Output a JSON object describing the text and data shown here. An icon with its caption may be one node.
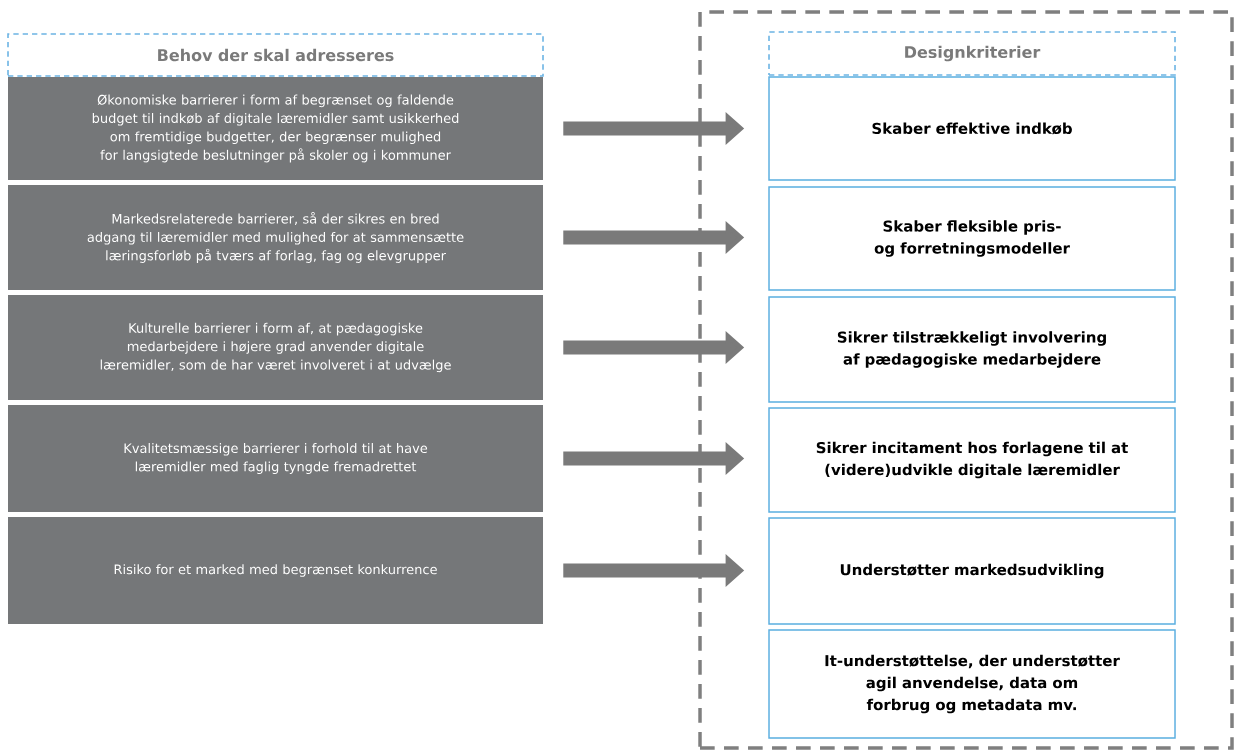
{
  "diagram": {
    "nodes": [
      {
        "text": [
          "Behov der skal adresseres"
        ]
      },
      {
        "text": [
          "Økonomiske barrierer i form af begrænset og faldende budget til indkøb af digitale læremidler samt usikkerhed om fremtidige budgetter, der begrænser mulighed for langsigtede beslutninger på skoler og i kommuner"
        ]
      },
      {
        "text": [
          "Markedsrelaterede barrierer, så der sikres en bred adgang til læremidler med mulighed for at sammensætte læringsforløb på tværs af forlag, fag og elevgrupper"
        ]
      },
      {
        "text": [
          "Kulturelle barrierer i form af, at pædagogiske medarbejdere i højere grad anvender digitale læremidler, som de har været involveret i at udvælge"
        ]
      },
      {
        "text": [
          "Kvalitetsmæssige barrierer i forhold til at have læremidler med faglig tyngde fremadrettet"
        ]
      },
      {
        "text": [
          "Risiko for et marked med begrænset konkurrence"
        ]
      },
      {
        "text": [],
        "shape": "box"
      },
      {
        "text": [
          "Designkriterier"
        ],
        "in": 6
      },
      {
        "text": [
          "Skaber effektive indkøb"
        ],
        "in": 6
      },
      {
        "text": [
          "Skaber fleksible pris- og forretningsmodeller"
        ],
        "in": 6
      },
      {
        "text": [
          "Sikrer tilstrækkeligt involvering af pædagogiske medarbejdere"
        ],
        "in": 6
      },
      {
        "text": [
          "Sikrer incitament hos forlagene til at (videre)udvikle digitale læremidler"
        ],
        "in": 6
      },
      {
        "text": [
          "Understøtter markedsudvikling"
        ],
        "in": 6
      },
      {
        "text": [
          "It-understøttelse, der understøtter agil anvendelse, data om forbrug og metadata mv."
        ],
        "in": 6
      }
    ],
    "edges": [
      {
        "from": 1,
        "to": 8,
        "arrow": "to"
      },
      {
        "from": 2,
        "to": 9,
        "arrow": "to"
      },
      {
        "from": 3,
        "to": 10,
        "arrow": "to"
      },
      {
        "from": 4,
        "to": 11,
        "arrow": "to"
      },
      {
        "from": 5,
        "to": 12,
        "arrow": "to"
      }
    ]
  }
}
